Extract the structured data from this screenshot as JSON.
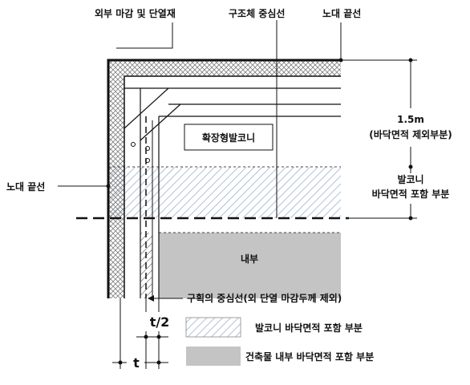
{
  "labels": {
    "exterior_finish": "외부 마감 및 단열재",
    "structural_centerline": "구조체 중심선",
    "balcony_edge_top": "노대 끝선",
    "balcony_edge_left": "노대 끝선",
    "dim_value": "1.5m",
    "dim_note": "(바닥면적 제외부분)",
    "balcony_title": "발코니",
    "balcony_sub": "바닥면적 포함 부분",
    "expanded_balcony": "확장형발코니",
    "interior": "내부",
    "partition_centerline": "구획의 중심선(외 단열 마감두께 제외)",
    "half_thickness": "t/2",
    "thickness": "t"
  },
  "legend": [
    {
      "label": "발코니 바닥면적 포함 부분",
      "pattern": "hatch"
    },
    {
      "label": "건축물 내부 바닥면적 포함 부분",
      "pattern": "gray"
    }
  ],
  "colors": {
    "line": "#111111",
    "interior_fill": "#c4c4c4",
    "hatch": "#9bb3cc",
    "insulation": "#7f7f7f"
  }
}
